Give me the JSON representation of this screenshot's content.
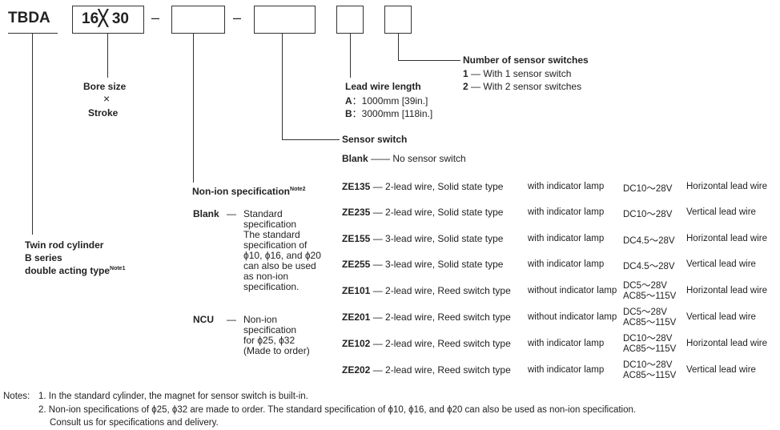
{
  "code": {
    "prefix": "TBDA",
    "bore_stroke": "16╳ 30",
    "dash": "–"
  },
  "bore": {
    "line1": "Bore size",
    "times": "×",
    "line2": "Stroke"
  },
  "twin": {
    "line1": "Twin rod cylinder",
    "line2": "B series",
    "line3": "double acting type",
    "note": "Note1"
  },
  "lead": {
    "title": "Lead wire length",
    "a_key": "A",
    "a_val": "：1000mm [39in.]",
    "b_key": "B",
    "b_val": "：3000mm [118in.]"
  },
  "num": {
    "title": "Number of sensor switches",
    "n1_key": "1",
    "n1_val": "— With 1 sensor switch",
    "n2_key": "2",
    "n2_val": "— With 2 sensor switches"
  },
  "sensor": {
    "title": "Sensor switch",
    "blank_key": "Blank",
    "blank_val": "—— No sensor switch",
    "rows": [
      {
        "code": "ZE135",
        "desc": "— 2-lead wire, Solid state type",
        "lamp": "with indicator lamp",
        "v1": "DC10～28V",
        "v2": "",
        "dir": "Horizontal lead wire"
      },
      {
        "code": "ZE235",
        "desc": "— 2-lead wire, Solid state type",
        "lamp": "with indicator lamp",
        "v1": "DC10～28V",
        "v2": "",
        "dir": "Vertical lead wire"
      },
      {
        "code": "ZE155",
        "desc": "— 3-lead wire, Solid state type",
        "lamp": "with indicator lamp",
        "v1": "DC4.5～28V",
        "v2": "",
        "dir": "Horizontal lead wire"
      },
      {
        "code": "ZE255",
        "desc": "— 3-lead wire, Solid state type",
        "lamp": "with indicator lamp",
        "v1": "DC4.5～28V",
        "v2": "",
        "dir": "Vertical lead wire"
      },
      {
        "code": "ZE101",
        "desc": "— 2-lead wire, Reed switch type",
        "lamp": "without indicator lamp",
        "v1": "DC5～28V",
        "v2": "AC85～115V",
        "dir": "Horizontal lead wire"
      },
      {
        "code": "ZE201",
        "desc": "— 2-lead wire, Reed switch type",
        "lamp": "without indicator lamp",
        "v1": "DC5～28V",
        "v2": "AC85～115V",
        "dir": "Vertical lead wire"
      },
      {
        "code": "ZE102",
        "desc": "— 2-lead wire, Reed switch type",
        "lamp": "with indicator lamp",
        "v1": "DC10～28V",
        "v2": "AC85～115V",
        "dir": "Horizontal lead wire"
      },
      {
        "code": "ZE202",
        "desc": "— 2-lead wire, Reed switch type",
        "lamp": "with indicator lamp",
        "v1": "DC10～28V",
        "v2": "AC85～115V",
        "dir": "Vertical lead wire"
      }
    ]
  },
  "nonion": {
    "title": "Non-ion specification",
    "note": "Note2",
    "blank_key": "Blank",
    "blank_dash": "—",
    "blank_lines": [
      "Standard",
      "specification",
      "The standard",
      "specification of",
      "ϕ10, ϕ16, and ϕ20",
      "can also be used",
      "as non-ion",
      "specification."
    ],
    "ncu_key": "NCU",
    "ncu_dash": "—",
    "ncu_lines": [
      "Non-ion",
      "specification",
      "for ϕ25, ϕ32",
      "(Made to order)"
    ]
  },
  "notes": {
    "label": "Notes:",
    "n1": "1. In the standard cylinder, the magnet for sensor switch is built-in.",
    "n2": "2. Non-ion specifications of ϕ25, ϕ32 are made to order. The standard specification of ϕ10, ϕ16, and ϕ20 can also be used as non-ion specification.",
    "n3": "Consult us for specifications and delivery."
  }
}
